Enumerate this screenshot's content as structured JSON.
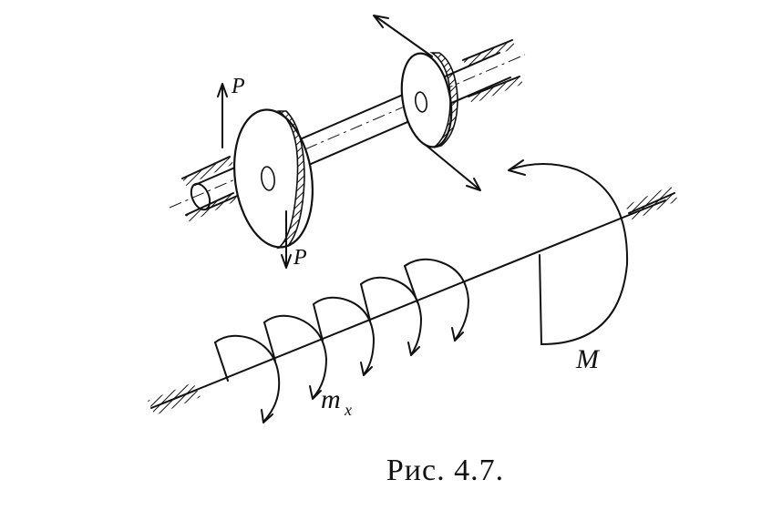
{
  "figure": {
    "labels": {
      "force_top": "P",
      "force_bottom": "P",
      "torque": "M",
      "distributed_moment": "m",
      "distributed_moment_sub": "x"
    },
    "caption": "Рис.  4.7."
  }
}
